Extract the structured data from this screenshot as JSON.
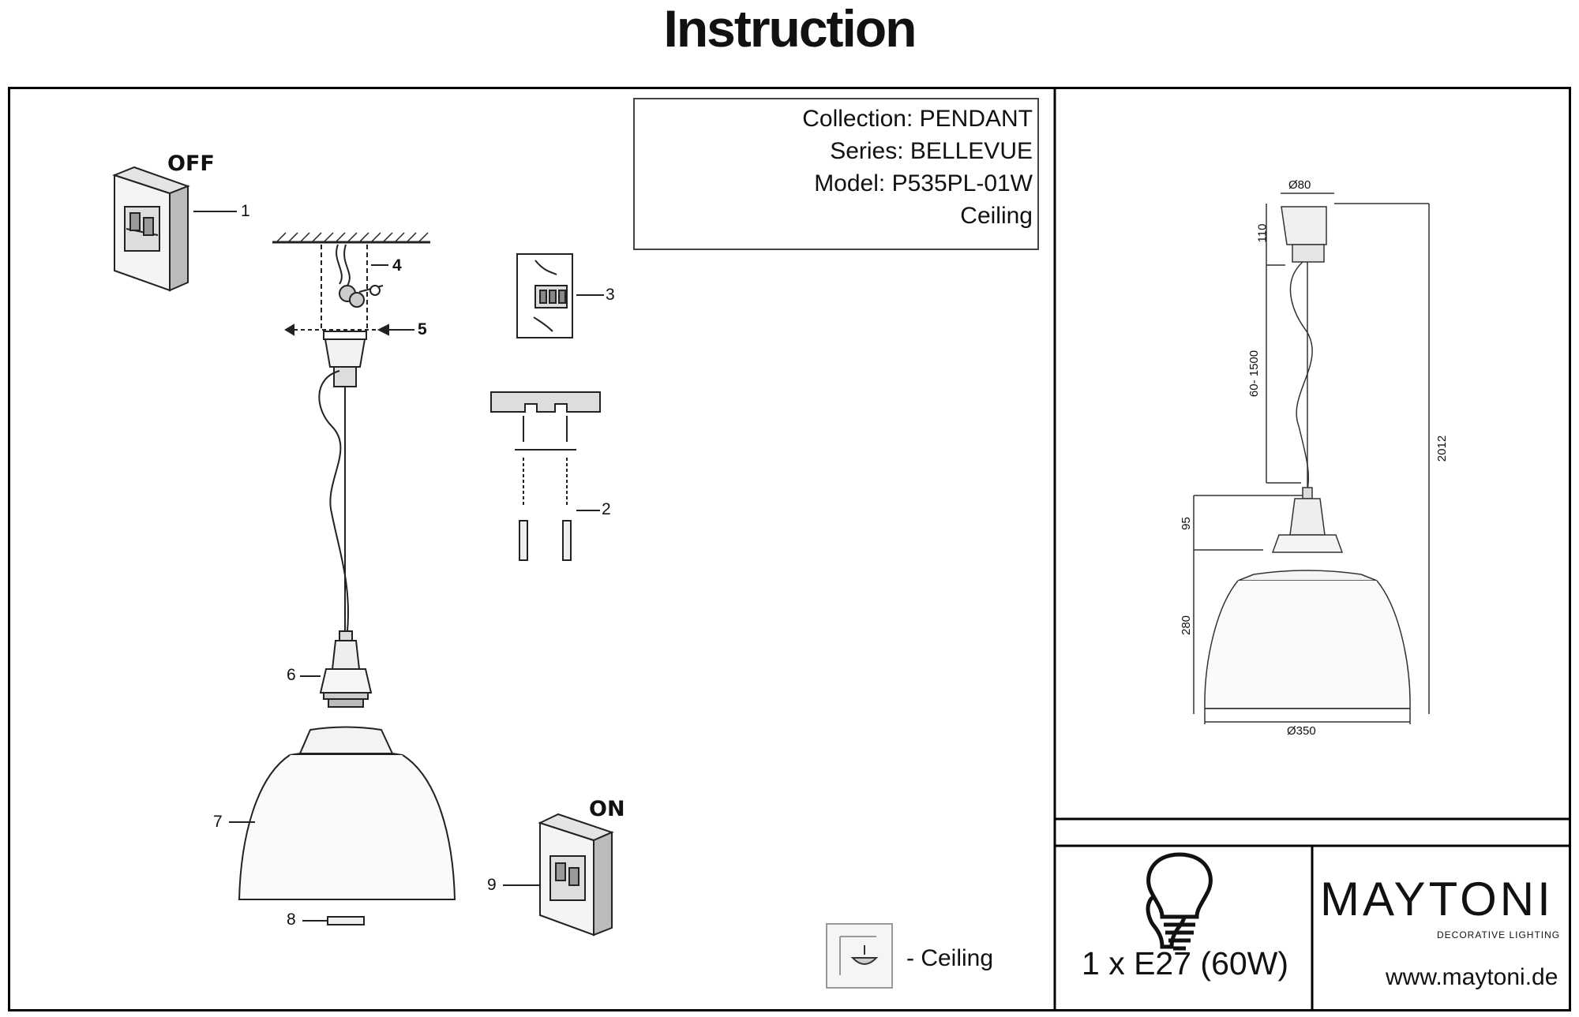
{
  "title": "Instruction",
  "info": {
    "collection": "Collection: PENDANT",
    "series": "Series: BELLEVUE",
    "model": "Model: P535PL-01W",
    "mount": "Ceiling"
  },
  "switches": {
    "off": "OFF",
    "on": "ON"
  },
  "callouts": [
    "1",
    "2",
    "3",
    "4",
    "5",
    "6",
    "7",
    "8",
    "9"
  ],
  "dimensions": {
    "canopy_diameter": "Ø80",
    "canopy_height": "110",
    "cable_length": "60- 1500",
    "total_height": "2012",
    "holder_height": "95",
    "shade_height": "280",
    "shade_diameter": "Ø350"
  },
  "legend": {
    "ceiling": "- Ceiling"
  },
  "bulb": {
    "spec": "1 x E27 (60W)",
    "icon": "lightbulb-icon"
  },
  "brand": {
    "name": "MAYTONI",
    "tagline": "DECORATIVE LIGHTING",
    "url": "www.maytoni.de"
  }
}
